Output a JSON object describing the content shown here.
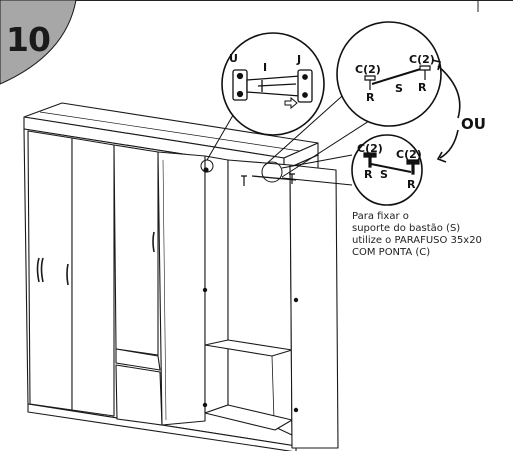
{
  "step": {
    "number": "10"
  },
  "callout_hinge": {
    "labels": {
      "u": "U",
      "i": "I",
      "j": "J"
    }
  },
  "callout_option_a": {
    "labels": {
      "c_left": "C(2)",
      "c_right": "C(2)",
      "r_left": "R",
      "r_right": "R",
      "s": "S"
    }
  },
  "callout_option_b": {
    "labels": {
      "c_left": "C(2)",
      "c_right": "C(2)",
      "r_left": "R",
      "r_right": "R",
      "s": "S"
    }
  },
  "alternative_label": "OU",
  "instruction": {
    "lines": [
      "Para fixar o",
      "suporte do bastão (S)",
      "utilize o PARAFUSO 35x20",
      "COM PONTA (C)"
    ]
  },
  "colors": {
    "badge": "#a7a7a7",
    "line": "#1a1a1a",
    "panel": "#ffffff"
  }
}
